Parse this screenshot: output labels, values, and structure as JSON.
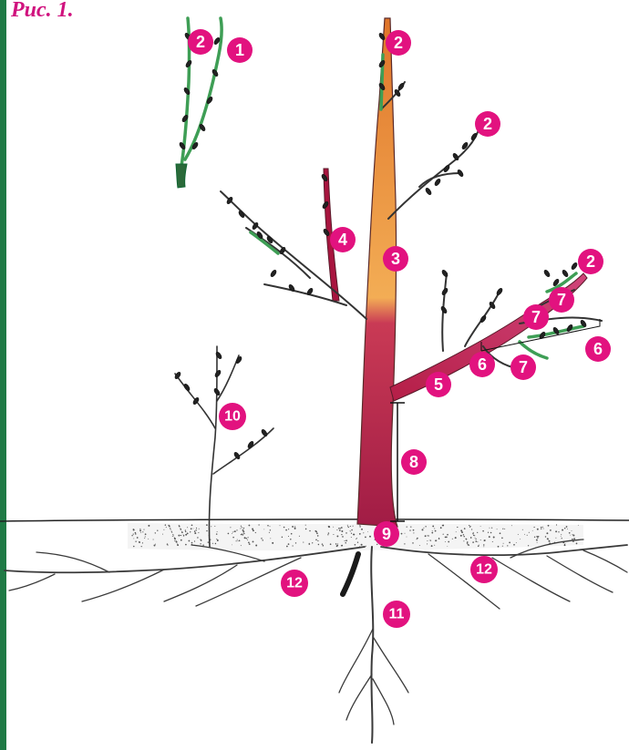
{
  "caption": "Рис. 1.",
  "colors": {
    "caption": "#d0127e",
    "marker": "#e2127f",
    "marker_text": "#ffffff",
    "edge_bar": "#1f7a45",
    "trunk_upper": "#f1a446",
    "trunk_lower": "#b0204c",
    "branch_red": "#a8153f",
    "shoot_green": "#3e9e55",
    "soil": "#444444",
    "line": "#333333"
  },
  "markers": [
    {
      "id": "m1",
      "label": "1"
    },
    {
      "id": "m2a",
      "label": "2"
    },
    {
      "id": "m2b",
      "label": "2"
    },
    {
      "id": "m2c",
      "label": "2"
    },
    {
      "id": "m2d",
      "label": "2"
    },
    {
      "id": "m3",
      "label": "3"
    },
    {
      "id": "m4",
      "label": "4"
    },
    {
      "id": "m5",
      "label": "5"
    },
    {
      "id": "m6a",
      "label": "6"
    },
    {
      "id": "m6b",
      "label": "6"
    },
    {
      "id": "m7a",
      "label": "7"
    },
    {
      "id": "m7b",
      "label": "7"
    },
    {
      "id": "m7c",
      "label": "7"
    },
    {
      "id": "m8",
      "label": "8"
    },
    {
      "id": "m9",
      "label": "9"
    },
    {
      "id": "m10",
      "label": "10"
    },
    {
      "id": "m11",
      "label": "11"
    },
    {
      "id": "m12a",
      "label": "12"
    },
    {
      "id": "m12b",
      "label": "12"
    }
  ]
}
